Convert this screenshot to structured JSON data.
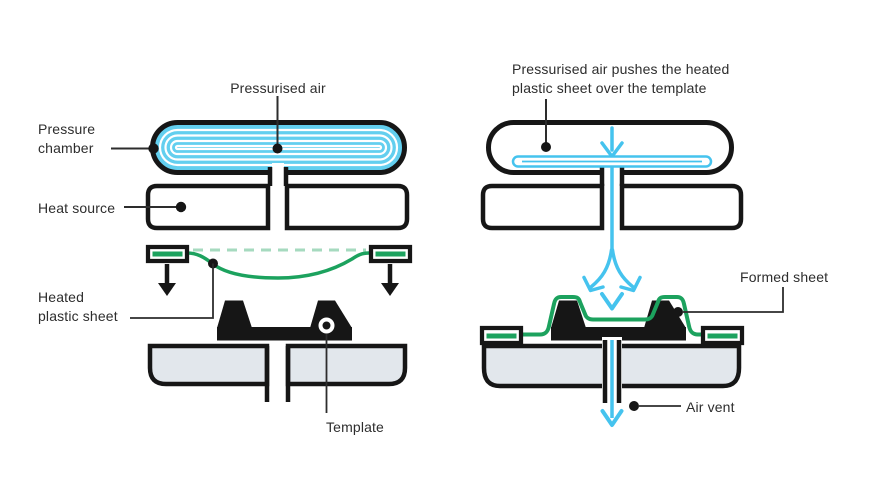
{
  "colors": {
    "outline": "#161616",
    "text": "#2d2d2d",
    "air_blue": "#45c3ee",
    "chamber_blue": "#63cfef",
    "heat_orange": "#e0562b",
    "sheet_green": "#1ca25e",
    "sheet_green_light": "#a6dabf",
    "base_gray": "#e2e7ec"
  },
  "left_diagram": {
    "labels": {
      "pressurised_air": "Pressurised air",
      "pressure_chamber": [
        "Pressure",
        "chamber"
      ],
      "heat_source": "Heat source",
      "heated_plastic_sheet": [
        "Heated",
        "plastic sheet"
      ],
      "template": "Template"
    }
  },
  "right_diagram": {
    "labels": {
      "caption": [
        "Pressurised air pushes the heated",
        "plastic sheet over the template"
      ],
      "formed_sheet": "Formed sheet",
      "air_vent": "Air vent"
    }
  }
}
